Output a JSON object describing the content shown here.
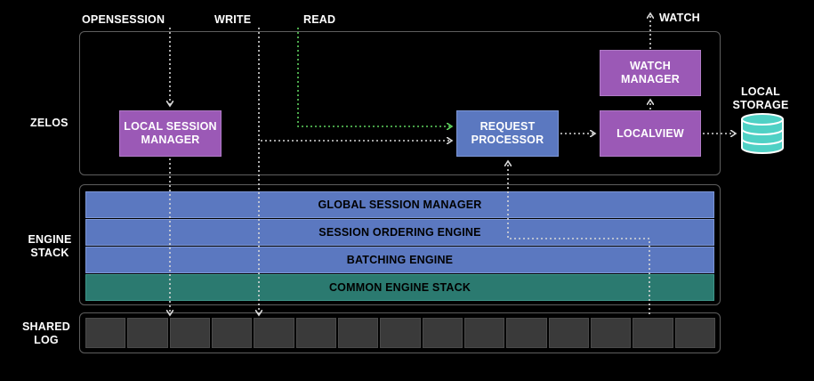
{
  "inputs": {
    "opensession": "OPENSESSION",
    "write": "WRITE",
    "read": "READ",
    "watch": "WATCH"
  },
  "layers": {
    "zelos": "ZELOS",
    "engine_stack": [
      "ENGINE",
      "STACK"
    ],
    "shared_log": [
      "SHARED",
      "LOG"
    ]
  },
  "components": {
    "local_session_manager": [
      "LOCAL SESSION",
      "MANAGER"
    ],
    "request_processor": [
      "REQUEST",
      "PROCESSOR"
    ],
    "localview": "LOCALVIEW",
    "watch_manager": [
      "WATCH",
      "MANAGER"
    ],
    "local_storage": [
      "LOCAL",
      "STORAGE"
    ]
  },
  "engines": {
    "global_session_manager": "GLOBAL SESSION MANAGER",
    "session_ordering_engine": "SESSION ORDERING ENGINE",
    "batching_engine": "BATCHING ENGINE",
    "common_engine_stack": "COMMON ENGINE STACK"
  },
  "colors": {
    "purple": "#9b59b6",
    "blue": "#5b78c0",
    "teal": "#2b7a70",
    "storage": "#4fd1c5",
    "read_arrow": "#5fd35f",
    "arrow": "#d8d8d8"
  },
  "shared_log_segment_count": 15
}
